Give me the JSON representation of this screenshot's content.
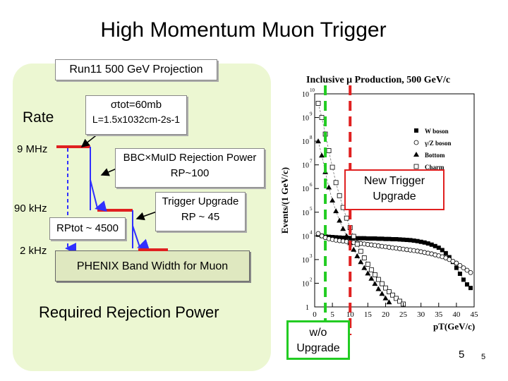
{
  "slide": {
    "title": "High Momentum Muon Trigger",
    "run_label": "Run11 500 GeV Projection",
    "rate_label": "Rate",
    "sigma_line1": "σtot=60mb",
    "sigma_line2": "L=1.5x1032cm-2s-1",
    "levels": [
      "9 MHz",
      "90 kHz",
      "2 kHz"
    ],
    "bbc_line1": "BBC×MuID Rejection Power",
    "bbc_line2": "RP~100",
    "trigger_line1": "Trigger Upgrade",
    "trigger_line2": "RP ~ 45",
    "rp_total": "RPtot ~ 4500",
    "band_label": "PHENIX Band Width for Muon",
    "required_label": "Required Rejection Power",
    "new_trigger_line1": "New Trigger",
    "new_trigger_line2": "Upgrade",
    "wo_line1": "w/o",
    "wo_line2": "Upgrade",
    "page_number": "5",
    "page_number_small": "5",
    "colors": {
      "red": "#e02020",
      "green": "#22cc22",
      "blue": "#3030ff",
      "panel": "#ecf7d2"
    }
  },
  "chart_data": {
    "type": "scatter",
    "title": "Inclusive μ Production, 500 GeV/c",
    "xlabel": "pT(GeV/c)",
    "ylabel": "Events/(1 GeV/c)",
    "xlim": [
      0,
      45
    ],
    "ylim_log10": [
      1,
      10
    ],
    "log_y": true,
    "x_ticks": [
      0,
      5,
      10,
      15,
      20,
      25,
      30,
      35,
      40,
      45
    ],
    "y_ticks": [
      "10",
      "10",
      "10",
      "10",
      "10",
      "10",
      "10",
      "10",
      "10",
      "1"
    ],
    "y_tick_exponents": [
      "10",
      "9",
      "8",
      "7",
      "6",
      "5",
      "4",
      "3",
      "2",
      ""
    ],
    "legend": [
      "W boson",
      "γ/Z boson",
      "Bottom",
      "Charm"
    ],
    "legend_position": "top-right",
    "series": [
      {
        "name": "W boson",
        "marker": "square-filled",
        "x": [
          1,
          2,
          3,
          4,
          5,
          6,
          7,
          8,
          9,
          10,
          11,
          12,
          13,
          14,
          15,
          16,
          17,
          18,
          19,
          20,
          21,
          22,
          23,
          24,
          25,
          26,
          27,
          28,
          29,
          30,
          31,
          32,
          33,
          34,
          35,
          36,
          37,
          38,
          39,
          40,
          41,
          42,
          43,
          44
        ],
        "log_y": [
          4.05,
          4.0,
          3.98,
          3.96,
          3.95,
          3.94,
          3.93,
          3.92,
          3.92,
          3.91,
          3.91,
          3.9,
          3.9,
          3.9,
          3.89,
          3.89,
          3.89,
          3.88,
          3.88,
          3.87,
          3.87,
          3.86,
          3.86,
          3.85,
          3.84,
          3.83,
          3.82,
          3.8,
          3.78,
          3.75,
          3.72,
          3.68,
          3.63,
          3.57,
          3.5,
          3.4,
          3.27,
          3.1,
          2.9,
          2.65,
          2.4,
          2.15,
          1.95,
          1.8
        ]
      },
      {
        "name": "γ/Z boson",
        "marker": "circle-open",
        "x": [
          1,
          2,
          3,
          4,
          5,
          6,
          7,
          8,
          9,
          10,
          11,
          12,
          13,
          14,
          15,
          16,
          17,
          18,
          19,
          20,
          21,
          22,
          23,
          24,
          25,
          26,
          27,
          28,
          29,
          30,
          31,
          32,
          33,
          34,
          35,
          36,
          37,
          38,
          39,
          40,
          41,
          42,
          43,
          44
        ],
        "log_y": [
          4.1,
          4.0,
          3.93,
          3.88,
          3.85,
          3.82,
          3.8,
          3.78,
          3.76,
          3.74,
          3.72,
          3.7,
          3.68,
          3.66,
          3.64,
          3.62,
          3.6,
          3.58,
          3.56,
          3.54,
          3.52,
          3.5,
          3.48,
          3.46,
          3.44,
          3.42,
          3.4,
          3.38,
          3.36,
          3.33,
          3.3,
          3.27,
          3.24,
          3.2,
          3.16,
          3.12,
          3.07,
          3.0,
          2.93,
          2.85,
          2.75,
          2.65,
          2.55,
          2.45
        ]
      },
      {
        "name": "Bottom",
        "marker": "triangle-filled",
        "x": [
          1,
          2,
          3,
          4,
          5,
          6,
          7,
          8,
          9,
          10,
          11,
          12,
          13,
          14,
          15,
          16,
          17,
          18,
          19,
          20,
          21
        ],
        "log_y": [
          8.0,
          7.4,
          6.7,
          6.05,
          5.5,
          5.05,
          4.65,
          4.3,
          4.0,
          3.7,
          3.42,
          3.15,
          2.9,
          2.65,
          2.42,
          2.2,
          1.98,
          1.76,
          1.56,
          1.37,
          1.2
        ]
      },
      {
        "name": "Charm",
        "marker": "square-open",
        "x": [
          1,
          2,
          3,
          4,
          5,
          6,
          7,
          8,
          9,
          10,
          11,
          12,
          13,
          14,
          15,
          16,
          17,
          18,
          19,
          20,
          21,
          22,
          23,
          24,
          25
        ],
        "log_y": [
          9.6,
          9.0,
          8.3,
          7.6,
          6.9,
          6.25,
          5.7,
          5.2,
          4.75,
          4.35,
          3.98,
          3.65,
          3.35,
          3.07,
          2.8,
          2.57,
          2.36,
          2.16,
          1.98,
          1.8,
          1.64,
          1.5,
          1.36,
          1.24,
          1.12
        ]
      }
    ],
    "annotations": [
      {
        "label": "New Trigger Upgrade",
        "x": 10,
        "color": "red",
        "style": "dashed-vertical"
      },
      {
        "label": "w/o Upgrade",
        "x": 3,
        "color": "green",
        "style": "dashed-vertical"
      }
    ]
  }
}
